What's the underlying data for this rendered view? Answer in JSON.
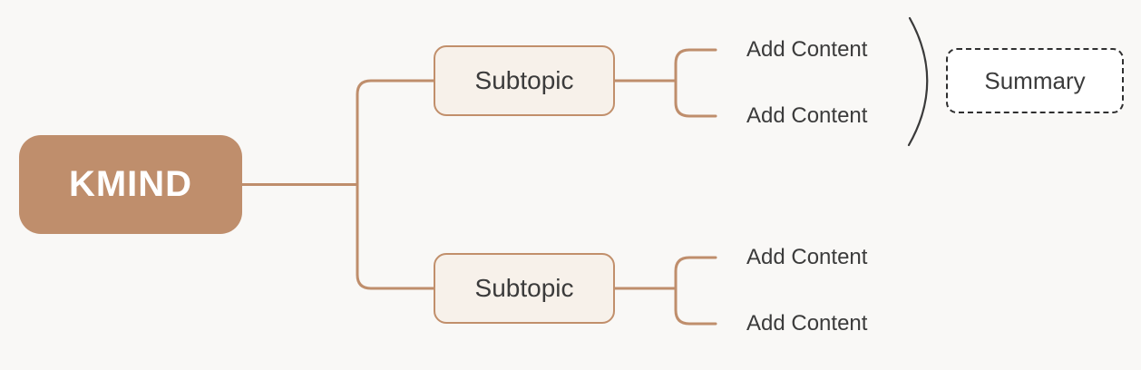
{
  "colors": {
    "background": "#f9f8f6",
    "branch": "#bf8e6c",
    "root_fill": "#bf8e6c",
    "root_text": "#ffffff",
    "subtopic_fill": "#f7f1ea",
    "subtopic_border": "#c18f6b",
    "text_dark": "#3b3b3b",
    "summary_brace": "#3a3a3a",
    "summary_border": "#2f2f2f",
    "summary_fill": "#ffffff"
  },
  "mindmap": {
    "root": {
      "label": "KMIND"
    },
    "branches": [
      {
        "label": "Subtopic",
        "children": [
          {
            "label": "Add Content"
          },
          {
            "label": "Add Content"
          }
        ],
        "summary": {
          "label": "Summary"
        }
      },
      {
        "label": "Subtopic",
        "children": [
          {
            "label": "Add Content"
          },
          {
            "label": "Add Content"
          }
        ]
      }
    ]
  }
}
